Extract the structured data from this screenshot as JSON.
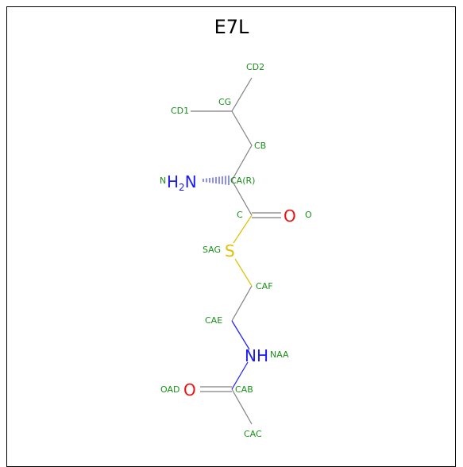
{
  "title": "E7L",
  "colors": {
    "bond": "#808080",
    "label": "#1a8f1a",
    "nitrogen": "#1a1aff",
    "oxygen": "#ee1111",
    "sulfur": "#e0c000"
  },
  "atom_labels": {
    "cd2": "CD2",
    "cg": "CG",
    "cd1": "CD1",
    "cb": "CB",
    "n": "N",
    "ca": "CA(R)",
    "c": "C",
    "o": "O",
    "sag": "SAG",
    "caf": "CAF",
    "cae": "CAE",
    "naa": "NAA",
    "oad": "OAD",
    "cab": "CAB",
    "cac": "CAC"
  },
  "elements": {
    "amine": "H",
    "amine_sub": "2",
    "amine_n": "N",
    "carbonyl_o": "O",
    "sulfur": "S",
    "amide": "NH",
    "amide_o": "O"
  }
}
